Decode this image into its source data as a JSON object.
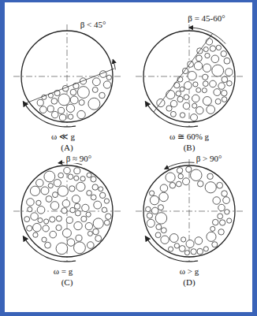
{
  "diagram": {
    "labels": [
      "β < 45°",
      "ω ≪ g",
      "(A)",
      "β = 45-60°",
      "ω ≅ 60% g",
      "(B)",
      "β ≈ 90°",
      "ω = g",
      "(C)",
      "β > 90°",
      "ω > g",
      "(D)"
    ]
  }
}
